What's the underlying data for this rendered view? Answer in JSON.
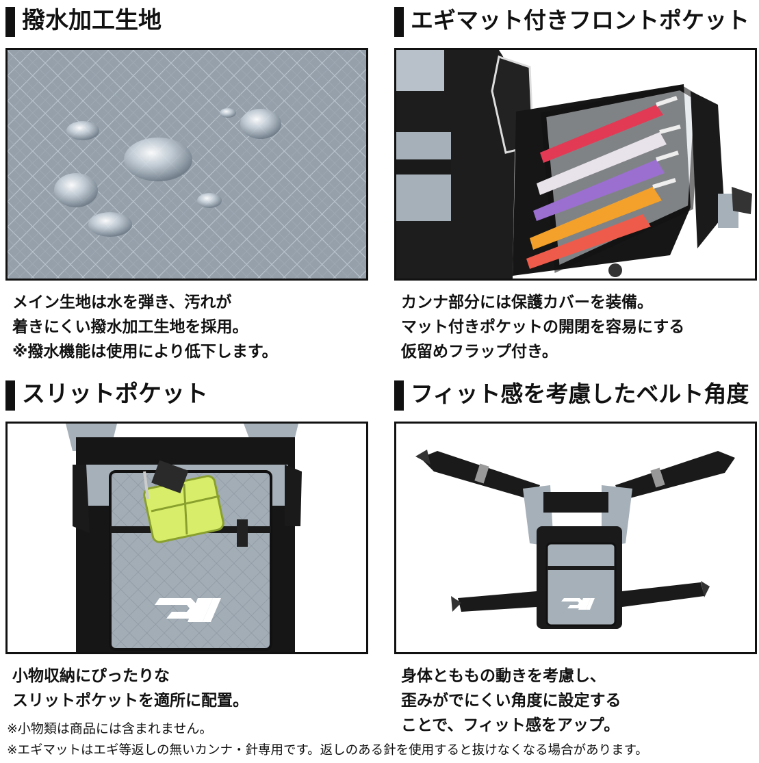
{
  "panels": {
    "top_left": {
      "title": "撥水加工生地",
      "caption": [
        "メイン生地は水を弾き、汚れが",
        "着きにくい撥水加工生地を採用。",
        "※撥水機能は使用により低下します。"
      ]
    },
    "top_right": {
      "title": "エギマット付きフロントポケット",
      "caption": [
        "カンナ部分には保護カバーを装備。",
        "マット付きポケットの開閉を容易にする",
        "仮留めフラップ付き。"
      ]
    },
    "bottom_left": {
      "title": "スリットポケット",
      "caption": [
        "小物収納にぴったりな",
        "スリットポケットを適所に配置。"
      ]
    },
    "bottom_right": {
      "title": "フィット感を考慮したベルト角度",
      "caption": [
        "身体とももの動きを考慮し、",
        "歪みがでにくい角度に設定する",
        "ことで、フィット感をアップ。"
      ]
    }
  },
  "notes": [
    "※小物類は商品には含まれません。",
    "※エギマットはエギ等返しの無いカンナ・針専用です。返しのある針を使用すると抜けなくなる場合があります。"
  ],
  "colors": {
    "fabric": "#8e9aa6",
    "bag_gray": "#a6b0b8",
    "black": "#141414"
  }
}
